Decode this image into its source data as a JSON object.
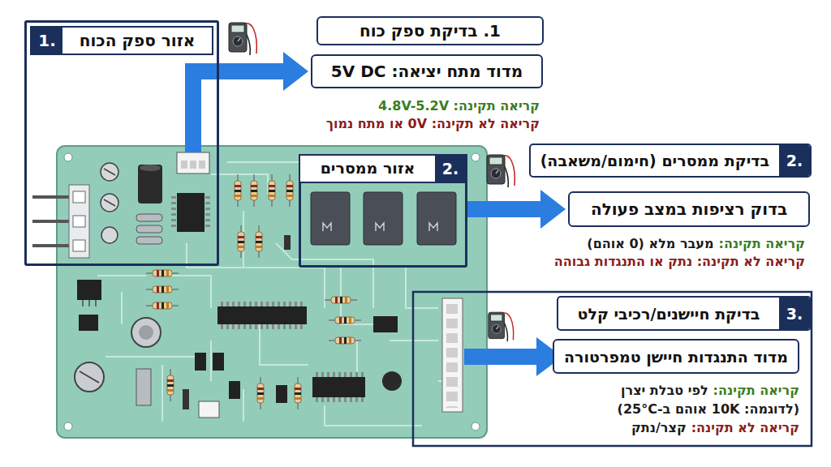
{
  "diagram": {
    "nodes": [
      {
        "text": [
          "1.",
          "אזור ספק הכוח"
        ]
      },
      {
        "text": [
          "1. בדיקת ספק כוח"
        ]
      },
      {
        "text": [
          "מדוד מתח יציאה: 5V DC"
        ]
      },
      {
        "text": [
          "2.",
          "אזור ממסרים"
        ]
      },
      {
        "text": [
          "2.",
          "בדיקת ממסרים (חימום/משאבה)"
        ]
      },
      {
        "text": [
          "בדוק רציפות במצב פעולה"
        ]
      },
      {
        "text": [
          "3.",
          "בדיקת חיישנים/רכיבי קלט"
        ]
      },
      {
        "text": [
          "מדוד התנגדות חיישן טמפרטורה"
        ]
      }
    ],
    "edges": [
      {
        "from": 0,
        "to": 2,
        "arrow": "to"
      },
      {
        "from": 3,
        "to": 5,
        "arrow": "to"
      }
    ],
    "labels": [
      "קריאה תקינה: 4.8V-5.2V",
      "קריאה לא תקינה: 0V או מתח נמוך",
      "קריאה תקינה:",
      "מעבר מלא (0 אוהם)",
      "קריאה לא תקינה: נתק או התנגדות גבוהה",
      "קריאה תקינה:",
      "לפי טבלת יצרן",
      "(לדוגמה: 10K אוהם ב-25°C)",
      "קריאה לא תקינה:",
      "קצר/נתק"
    ]
  }
}
